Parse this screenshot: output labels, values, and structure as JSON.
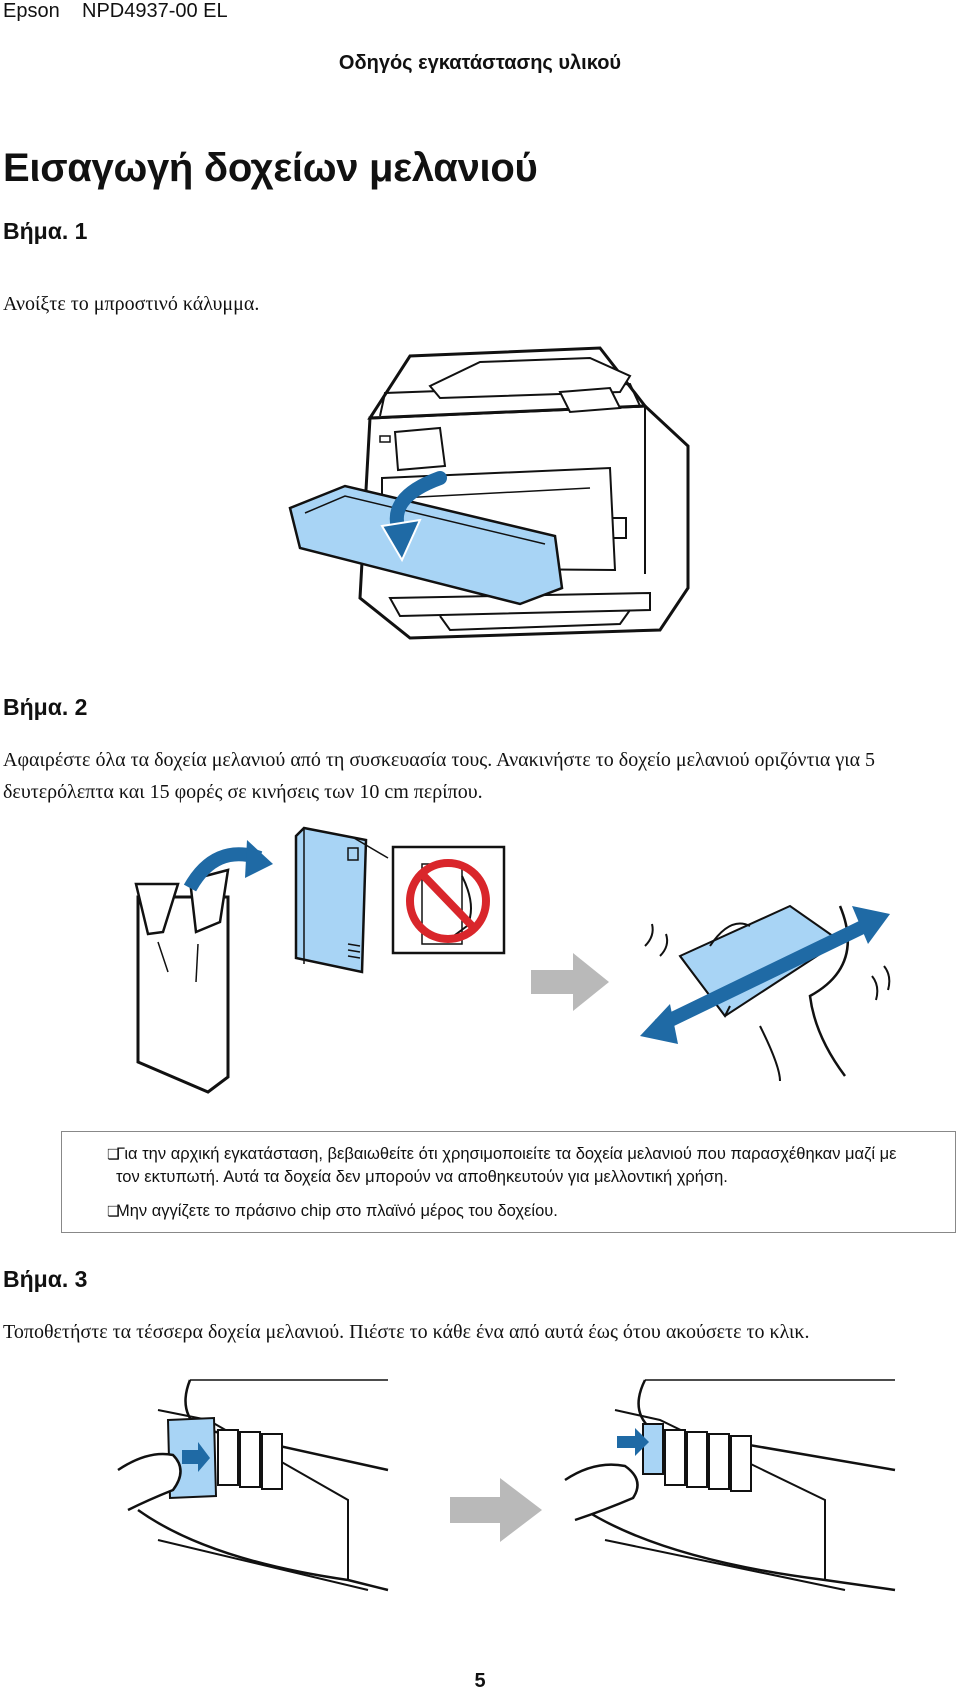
{
  "header": {
    "brand": "Epson",
    "doc_id": "NPD4937-00 EL",
    "guide_title": "Οδηγός εγκατάστασης υλικού"
  },
  "section_title": "Εισαγωγή δοχείων μελανιού",
  "steps": [
    {
      "heading": "Βήμα. 1",
      "text": "Ανοίξτε το μπροστινό κάλυμμα."
    },
    {
      "heading": "Βήμα. 2",
      "text_line1": "Αφαιρέστε όλα τα δοχεία μελανιού από τη συσκευασία τους. Ανακινήστε το δοχείο μελανιού οριζόντια για 5",
      "text_line2": "δευτερόλεπτα και 15 φορές σε κινήσεις των 10 cm περίπου."
    },
    {
      "heading": "Βήμα. 3",
      "text": "Τοποθετήστε τα τέσσερα δοχεία μελανιού. Πιέστε το κάθε ένα από αυτά έως ότου ακούσετε το κλικ."
    }
  ],
  "notes": [
    {
      "bullet": "❏",
      "line1": "Για την αρχική εγκατάσταση, βεβαιωθείτε ότι χρησιμοποιείτε τα δοχεία μελανιού που παρασχέθηκαν μαζί με",
      "line2": "τον εκτυπωτή. Αυτά τα δοχεία δεν μπορούν να αποθηκευτούν για μελλοντική χρήση."
    },
    {
      "bullet": "❏",
      "line1": "Μην αγγίζετε το πράσινο chip στο πλαϊνό μέρος του δοχείου."
    }
  ],
  "page_number": "5",
  "colors": {
    "highlight_blue": "#a8d4f5",
    "arrow_blue": "#1f6aa5",
    "arrow_gray": "#b9b9b9",
    "prohibition_red": "#d9262b"
  },
  "icons": [
    "printer-illustration",
    "ink-package-illustration",
    "ink-cartridge-illustration",
    "do-not-touch-icon",
    "shake-illustration",
    "insert-cartridge-illustration",
    "push-cartridge-illustration"
  ]
}
